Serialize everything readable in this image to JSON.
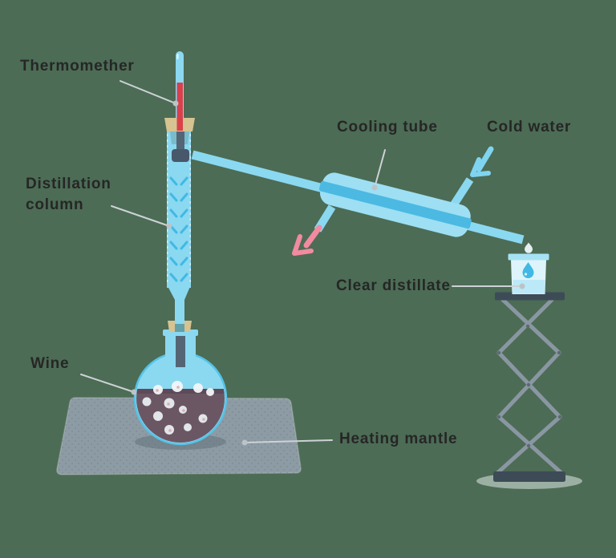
{
  "scene": {
    "background": "#4c6c55",
    "description": "Distillation of wine apparatus diagram"
  },
  "labels": {
    "thermometer": "Thermomether",
    "distillation_column_line1": "Distillation",
    "distillation_column_line2": "column",
    "cooling_tube": "Cooling tube",
    "cold_water": "Cold water",
    "clear_distillate": "Clear distillate",
    "wine": "Wine",
    "heating_mantle": "Heating mantle"
  },
  "colors": {
    "background": "#4c6c55",
    "label_text": "#262626",
    "pointer_gray": "#cdd2d5",
    "pointer_dot": "#bcc3c8",
    "glass_blue": "#8bd8f1",
    "accent_blue": "#41b9e4",
    "condenser_body": "#9edff3",
    "condenser_inner": "#4cb9e2",
    "thermometer_red": "#d9404a",
    "thermo_stem": "#546676",
    "thermo_bulb": "#47586a",
    "head_teal": "#7abccb",
    "cork_tan": "#d6c391",
    "cork_center_teal": "#64a0a8",
    "wine_liquid": "#6b5764",
    "wine_surface": "#5e4a59",
    "mantle_gray": "#8d9ba4",
    "stand_dark": "#3d4b57",
    "stand_leg_gray": "#8a97a2",
    "stand_pin": "#5c6a75",
    "arrow_pink": "#f28aa0",
    "arrow_blue": "#7fd5f0"
  }
}
